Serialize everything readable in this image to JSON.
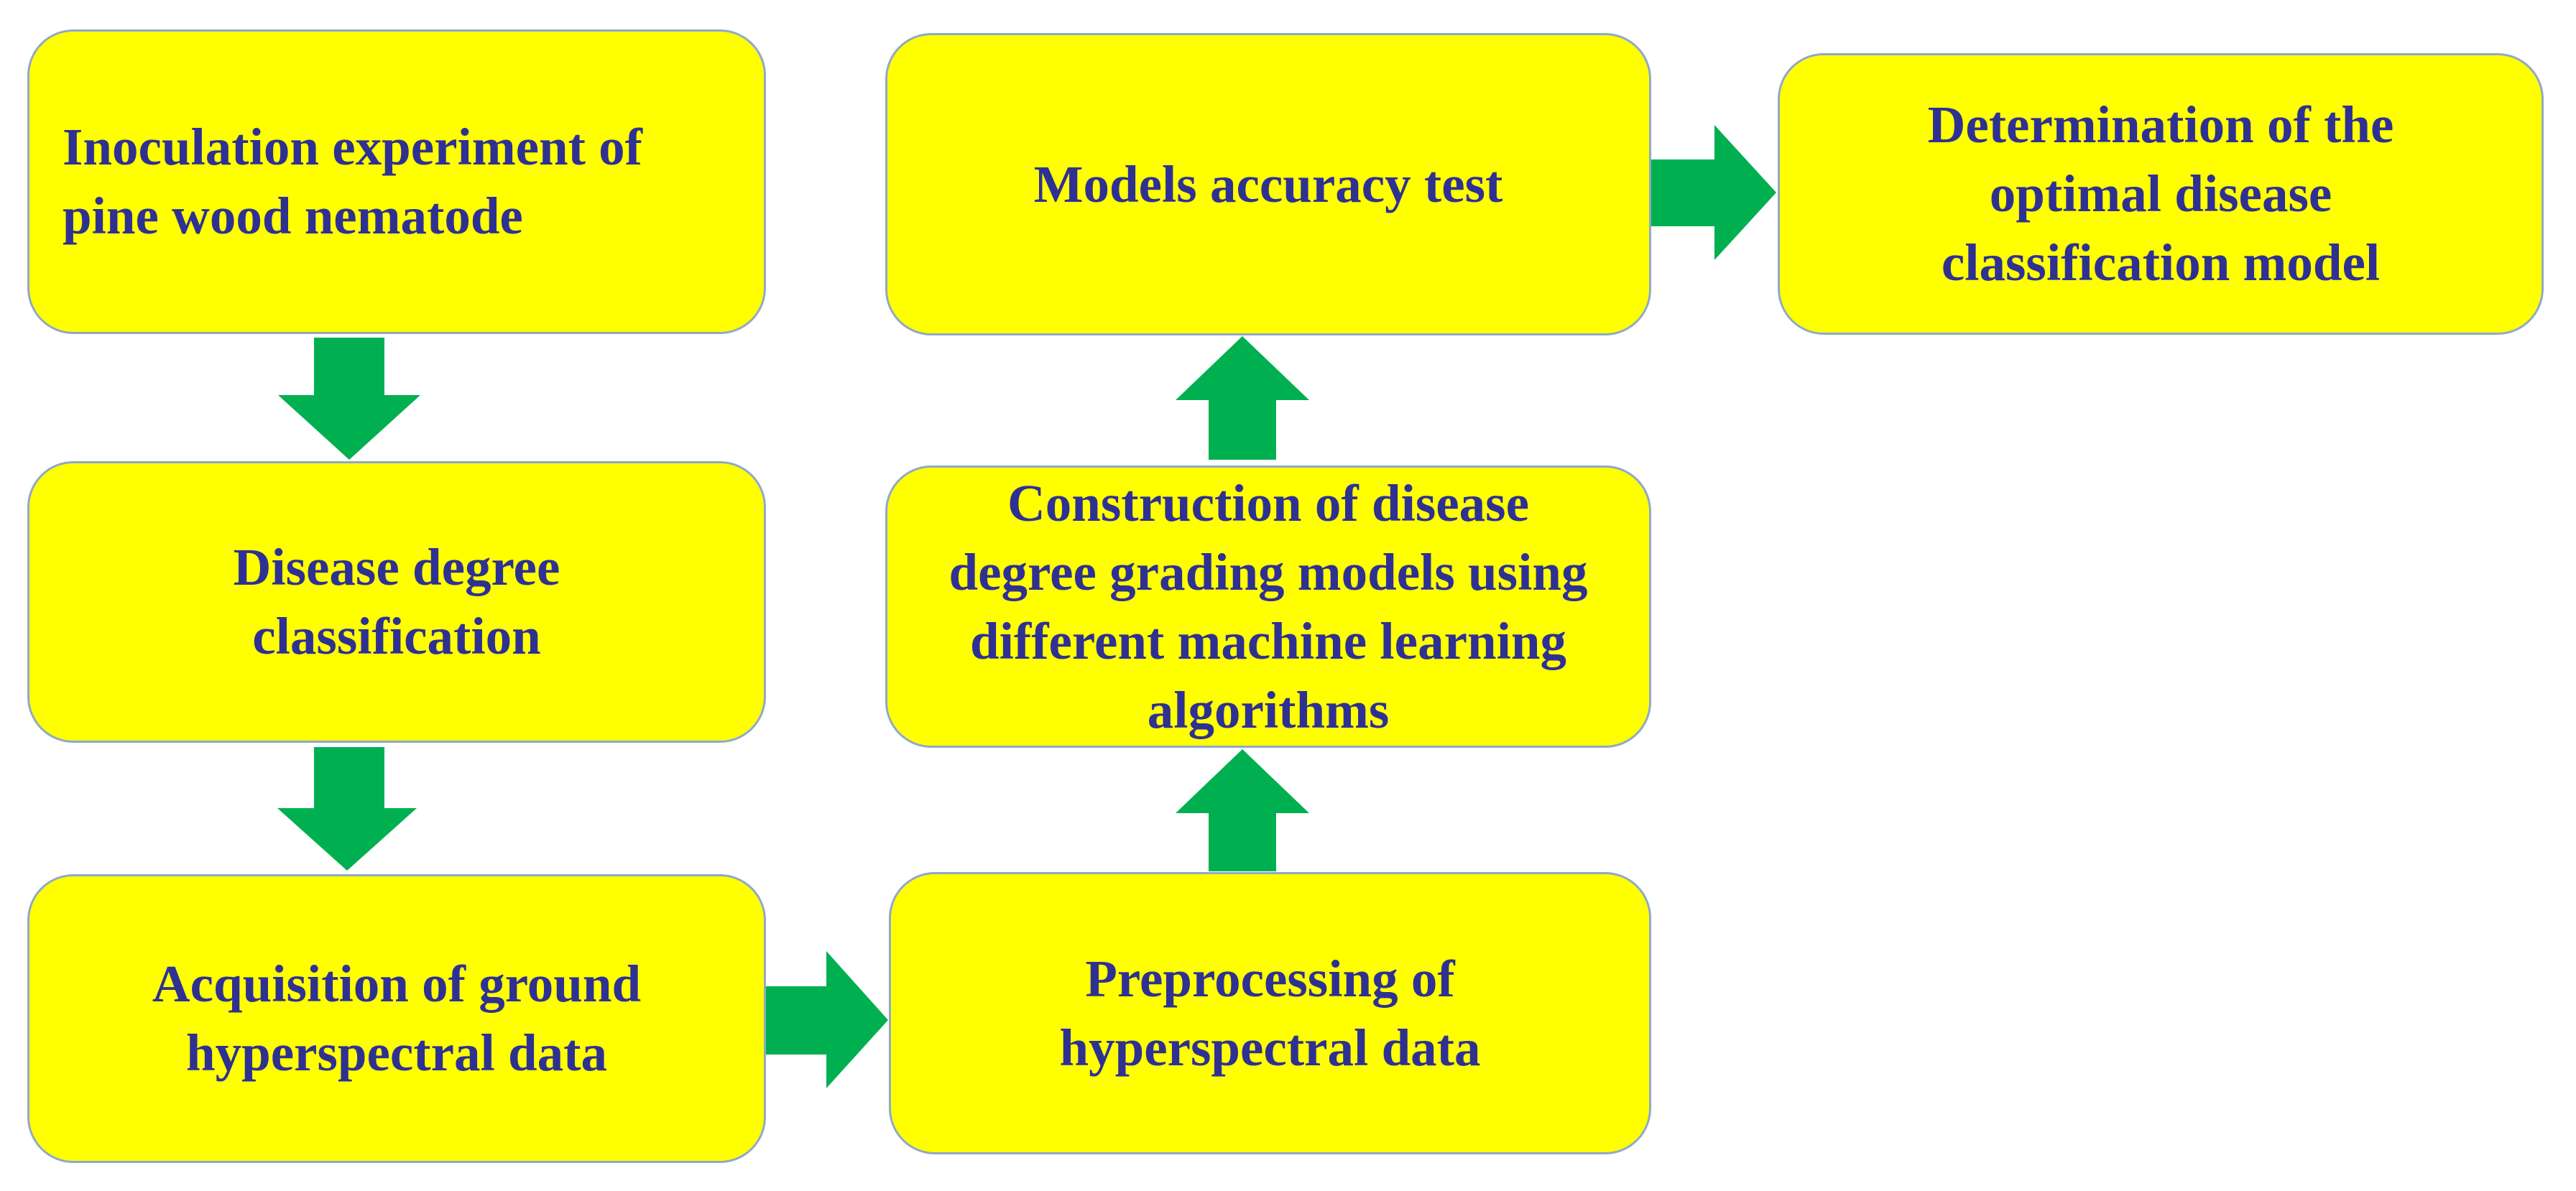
{
  "colors": {
    "box_fill": "#ffff00",
    "box_border": "#8fa9c9",
    "text": "#2e3192",
    "arrow": "#00b050"
  },
  "boxes": {
    "inoculation": "Inoculation experiment of\npine wood nematode",
    "disease_degree": "Disease degree\nclassification",
    "acquisition": "Acquisition of ground\nhyperspectral data",
    "preprocessing": "Preprocessing of\nhyperspectral data",
    "construction": "Construction of disease\ndegree grading models using\ndifferent machine learning\nalgorithms",
    "accuracy_test": "Models accuracy test",
    "determination": "Determination of the\noptimal disease\nclassification model"
  }
}
